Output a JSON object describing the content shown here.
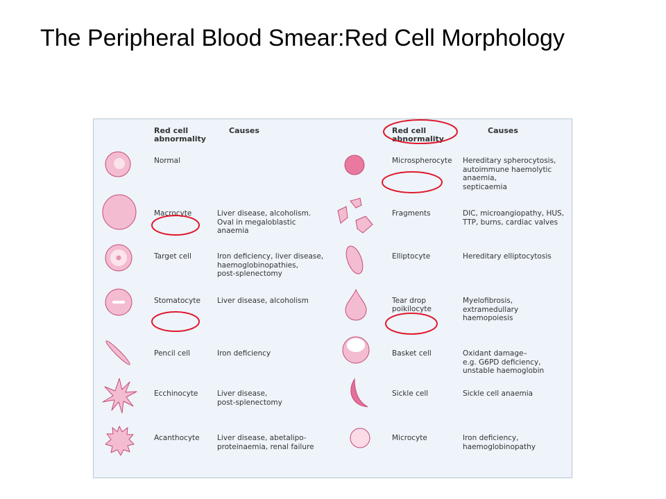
{
  "title": "The Peripheral Blood Smear:Red Cell Morphology",
  "colors": {
    "cell_fill": "#f4bcd0",
    "cell_fill_dark": "#e9799f",
    "cell_stroke": "#c44a78",
    "annotation_circle": "#e0182a",
    "figure_background": "#eef4fa"
  },
  "headers": {
    "left_abnormality": "Red cell\nabnormality",
    "left_causes": "Causes",
    "right_abnormality": "Red cell\nabnormality",
    "right_causes": "Causes"
  },
  "left_column": [
    {
      "icon": "normal-cell-icon",
      "name": "Normal",
      "causes": ""
    },
    {
      "icon": "macrocyte-icon",
      "name": "Macrocyte",
      "causes": "Liver disease, alcoholism.\nOval in megaloblastic\nanaemia"
    },
    {
      "icon": "target-cell-icon",
      "name": "Target cell",
      "causes": "Iron deficiency, liver disease,\nhaemoglobinopathies,\npost-splenectomy"
    },
    {
      "icon": "stomatocyte-icon",
      "name": "Stomatocyte",
      "causes": "Liver disease, alcoholism"
    },
    {
      "icon": "pencil-cell-icon",
      "name": "Pencil cell",
      "causes": "Iron deficiency"
    },
    {
      "icon": "echinocyte-icon",
      "name": "Ecchinocyte",
      "causes": "Liver disease,\npost-splenectomy"
    },
    {
      "icon": "acanthocyte-icon",
      "name": "Acanthocyte",
      "causes": "Liver disease, abetalipo-\nproteinaemia, renal failure"
    }
  ],
  "right_column": [
    {
      "icon": "microspherocyte-icon",
      "name": "Microspherocyte",
      "causes": "Hereditary spherocytosis,\nautoimmune haemolytic\nanaemia,\nsepticaemia"
    },
    {
      "icon": "fragments-icon",
      "name": "Fragments",
      "causes": "DIC, microangiopathy, HUS,\nTTP, burns, cardiac valves"
    },
    {
      "icon": "elliptocyte-icon",
      "name": "Elliptocyte",
      "causes": "Hereditary elliptocytosis"
    },
    {
      "icon": "tear-drop-icon",
      "name": "Tear drop\npoikilocyte",
      "causes": "Myelofibrosis,\nextramedullary\nhaemopoiesis"
    },
    {
      "icon": "basket-cell-icon",
      "name": "Basket cell",
      "causes": "Oxidant damage–\ne.g. G6PD deficiency,\nunstable haemoglobin"
    },
    {
      "icon": "sickle-cell-icon",
      "name": "Sickle cell",
      "causes": "Sickle cell anaemia"
    },
    {
      "icon": "microcyte-icon",
      "name": "Microcyte",
      "causes": "Iron deficiency,\nhaemoglobinopathy"
    }
  ]
}
